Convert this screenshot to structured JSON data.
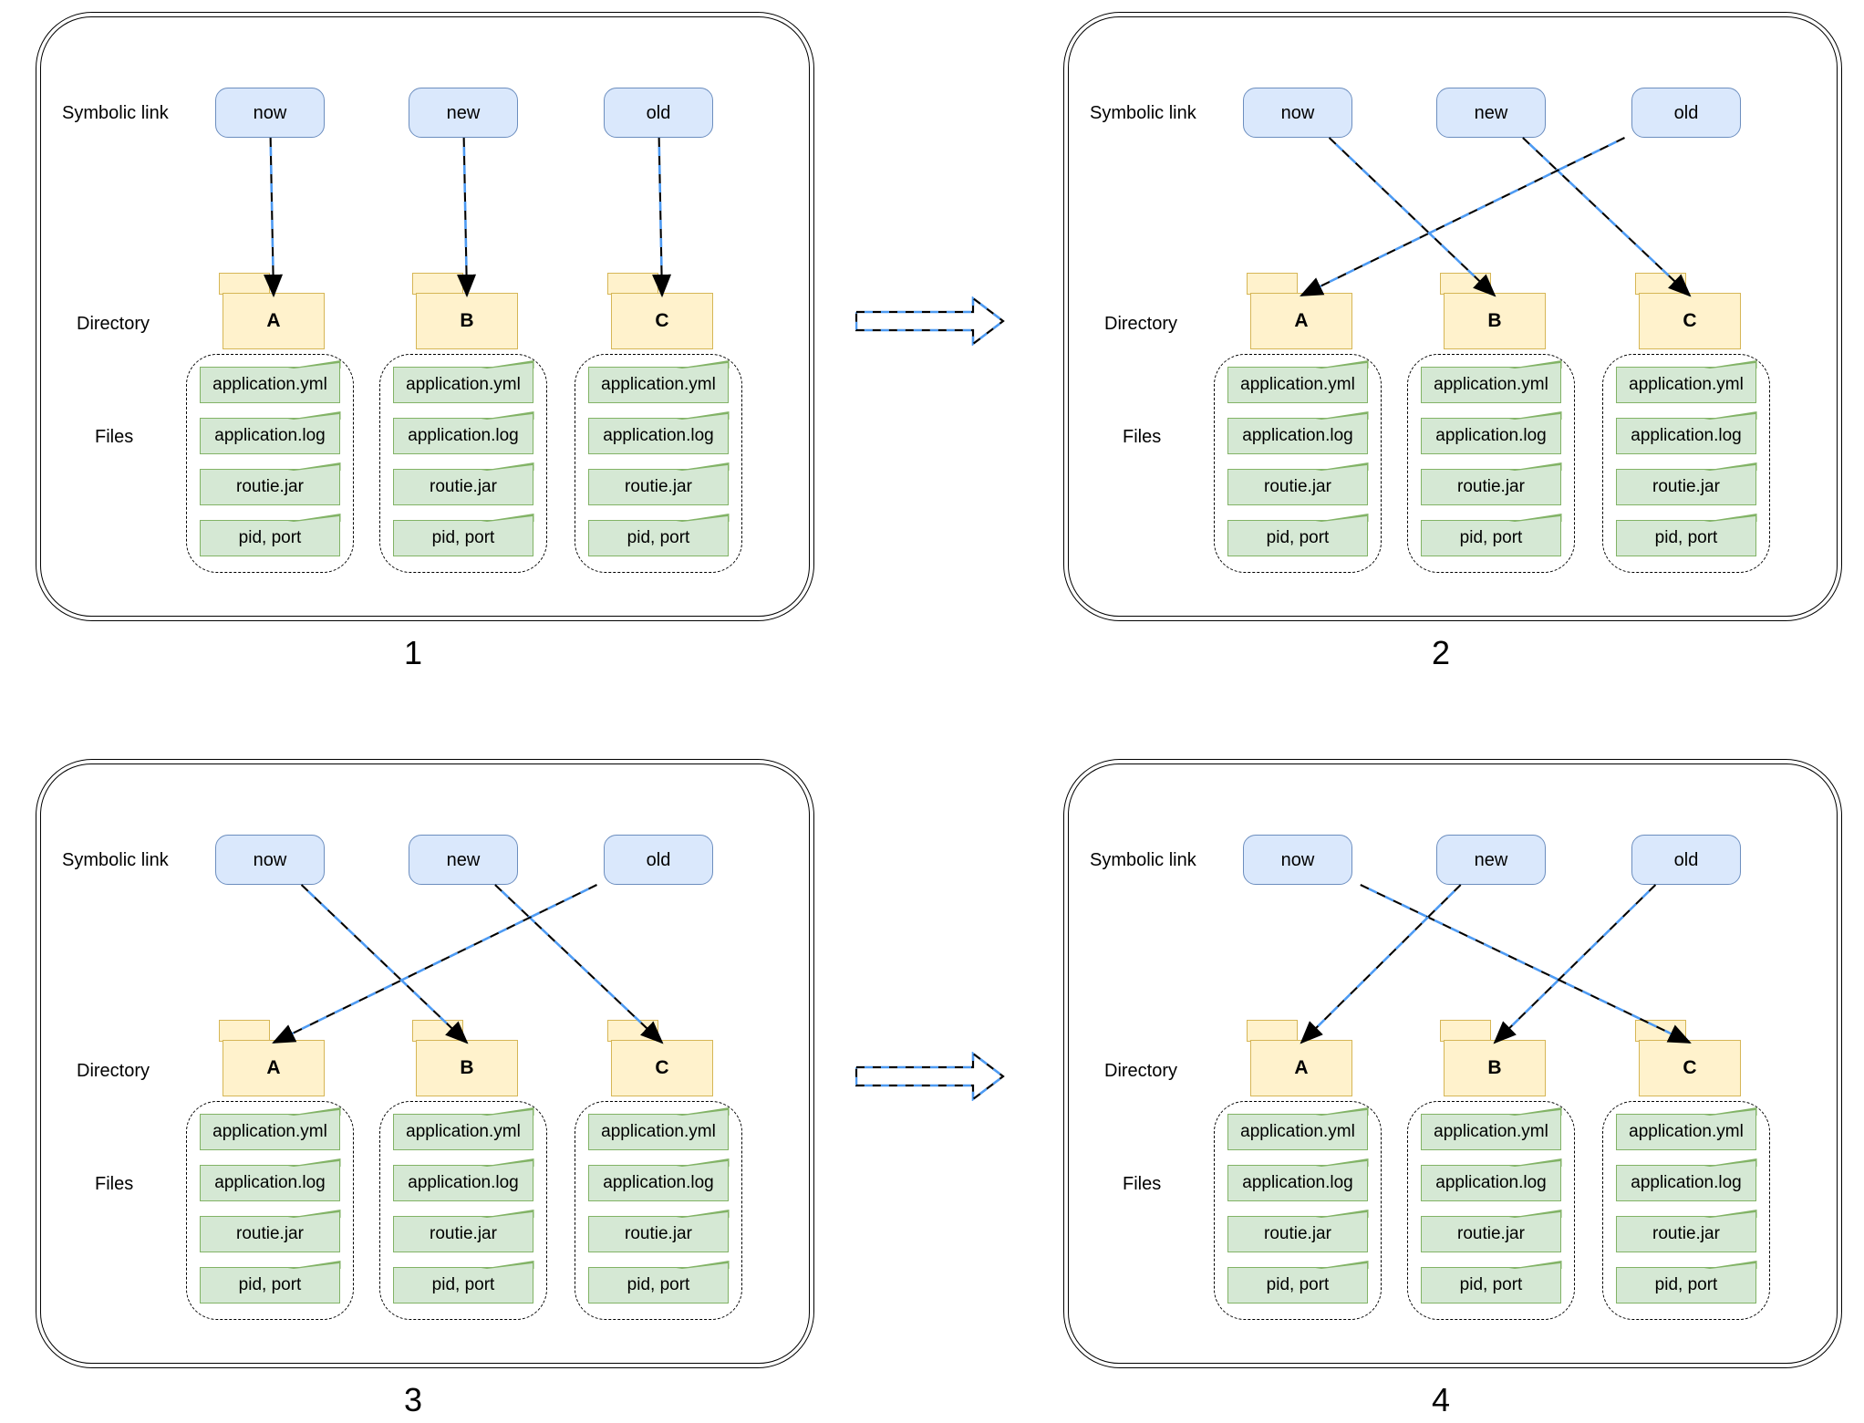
{
  "diagram": {
    "row_labels": {
      "symbolic_link": "Symbolic link",
      "directory": "Directory",
      "files": "Files"
    },
    "symbolic_links": [
      "now",
      "new",
      "old"
    ],
    "directories": [
      "A",
      "B",
      "C"
    ],
    "file_names": [
      "application.yml",
      "application.log",
      "routie.jar",
      "pid, port"
    ],
    "panels": [
      {
        "number": "1",
        "links": [
          {
            "from": "now",
            "to": "A"
          },
          {
            "from": "new",
            "to": "B"
          },
          {
            "from": "old",
            "to": "C"
          }
        ]
      },
      {
        "number": "2",
        "links": [
          {
            "from": "now",
            "to": "B"
          },
          {
            "from": "new",
            "to": "C"
          },
          {
            "from": "old",
            "to": "A"
          }
        ]
      },
      {
        "number": "3",
        "links": [
          {
            "from": "now",
            "to": "B"
          },
          {
            "from": "new",
            "to": "C"
          },
          {
            "from": "old",
            "to": "A"
          }
        ]
      },
      {
        "number": "4",
        "links": [
          {
            "from": "now",
            "to": "C"
          },
          {
            "from": "new",
            "to": "A"
          },
          {
            "from": "old",
            "to": "B"
          }
        ]
      }
    ],
    "colors": {
      "symlink_fill": "#dae8fc",
      "symlink_border": "#6c8ebf",
      "folder_fill": "#fff2cc",
      "folder_border": "#d6b656",
      "file_fill": "#d5e8d4",
      "file_border": "#82b366",
      "arrow_blue": "#4d9af2",
      "arrow_black": "#000000"
    }
  }
}
